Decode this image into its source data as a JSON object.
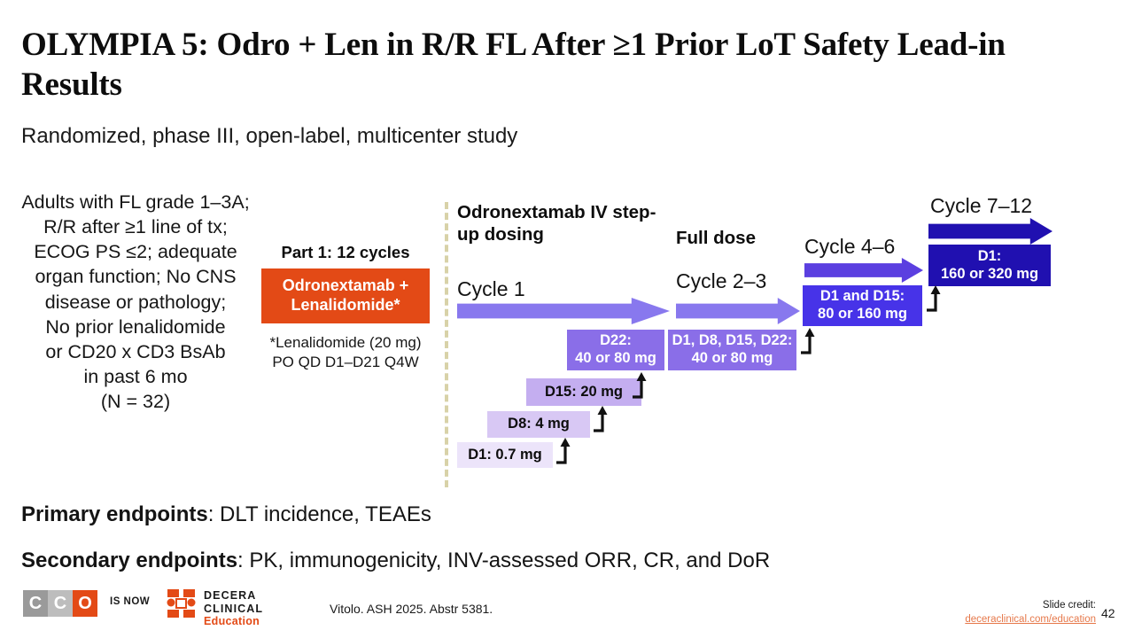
{
  "title": "OLYMPIA 5: Odro + Len in R/R FL After ≥1 Prior LoT Safety Lead-in Results",
  "subtitle": "Randomized, phase III, open-label, multicenter study",
  "eligibility": "Adults with FL grade 1–3A; R/R after ≥1 line of tx; ECOG PS ≤2; adequate organ function; No CNS disease or pathology;\nNo prior lenalidomide\nor CD20 x CD3 BsAb\nin past 6 mo\n(N = 32)",
  "treatment": {
    "part_label": "Part 1: 12 cycles",
    "regimen": "Odronextamab + Lenalidomide*",
    "footnote": "*Lenalidomide (20 mg) PO QD D1–D21 Q4W",
    "box_color": "#e34a16"
  },
  "diagram": {
    "stepup_heading": "Odronextamab IV step-up dosing",
    "fulldose_heading": "Full dose",
    "cycles": [
      {
        "label": "Cycle 1",
        "arrow_color": "#8878ee"
      },
      {
        "label": "Cycle 2–3",
        "arrow_color": "#8878ee"
      },
      {
        "label": "Cycle 4–6",
        "arrow_color": "#5b3fe0"
      },
      {
        "label": "Cycle 7–12",
        "arrow_color": "#2010b0"
      }
    ],
    "doses": [
      {
        "name": "d1",
        "line1": "D1: 0.7 mg",
        "line2": "",
        "color": "#ece4fa"
      },
      {
        "name": "d8",
        "line1": "D8: 4 mg",
        "line2": "",
        "color": "#d8c8f4"
      },
      {
        "name": "d15",
        "line1": "D15: 20 mg",
        "line2": "",
        "color": "#c4aef0"
      },
      {
        "name": "d22",
        "line1": "D22:",
        "line2": "40 or 80 mg",
        "color": "#8a6ee8"
      },
      {
        "name": "c23",
        "line1": "D1, D8, D15, D22:",
        "line2": "40 or 80 mg",
        "color": "#8a6ee8"
      },
      {
        "name": "c46",
        "line1": "D1 and D15:",
        "line2": "80 or 160 mg",
        "color": "#4733e8"
      },
      {
        "name": "c712",
        "line1": "D1:",
        "line2": "160 or 320 mg",
        "color": "#2010b0"
      }
    ]
  },
  "endpoints": {
    "primary_label": "Primary endpoints",
    "primary_text": ": DLT incidence, TEAEs",
    "secondary_label": "Secondary endpoints",
    "secondary_text": ": PK, immunogenicity, INV-assessed ORR, CR, and DoR"
  },
  "footer": {
    "cco_letters": [
      "C",
      "C",
      "O"
    ],
    "is_now": "IS NOW",
    "decera_line1": "DECERA",
    "decera_line2": "CLINICAL",
    "decera_line3": "Education",
    "citation": "Vitolo. ASH 2025. Abstr 5381.",
    "slide_credit_label": "Slide credit:",
    "slide_credit_url": "deceraclinical.com/education",
    "page_number": "42"
  }
}
